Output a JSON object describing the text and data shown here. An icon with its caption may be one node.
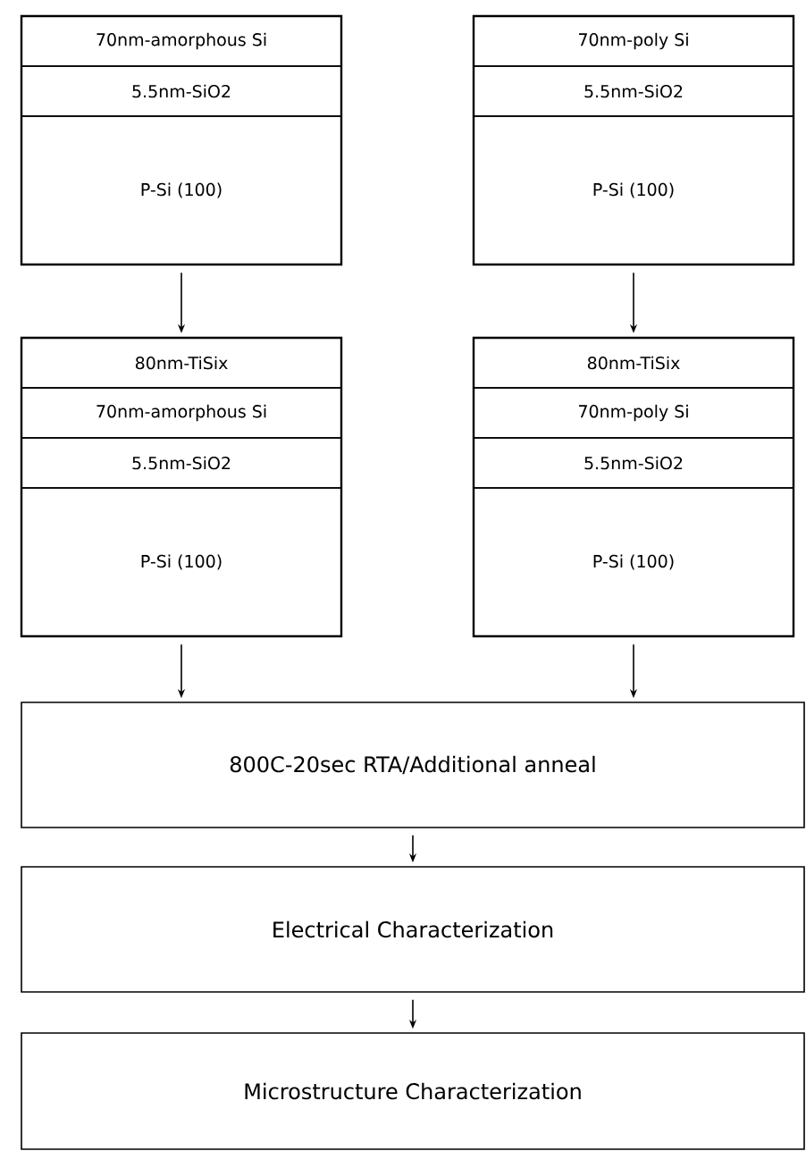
{
  "diagram": {
    "nodes": [
      {
        "text": [],
        "shape": "box"
      },
      {
        "text": [
          "70nm-amorphous Si"
        ],
        "in": 0
      },
      {
        "text": [
          "5.5nm-SiO2"
        ],
        "in": 0
      },
      {
        "text": [
          "P-Si (100)"
        ],
        "in": 0
      },
      {
        "text": [],
        "shape": "box"
      },
      {
        "text": [
          "70nm-poly Si"
        ],
        "in": 4
      },
      {
        "text": [
          "5.5nm-SiO2"
        ],
        "in": 4
      },
      {
        "text": [
          "P-Si (100)"
        ],
        "in": 4
      },
      {
        "text": [],
        "shape": "box"
      },
      {
        "text": [
          "80nm-TiSix"
        ],
        "in": 8
      },
      {
        "text": [
          "70nm-amorphous Si"
        ],
        "in": 8
      },
      {
        "text": [
          "5.5nm-SiO2"
        ],
        "in": 8
      },
      {
        "text": [
          "P-Si (100)"
        ],
        "in": 8
      },
      {
        "text": [],
        "shape": "box"
      },
      {
        "text": [
          "80nm-TiSix"
        ],
        "in": 13
      },
      {
        "text": [
          "70nm-poly Si"
        ],
        "in": 13
      },
      {
        "text": [
          "5.5nm-SiO2"
        ],
        "in": 13
      },
      {
        "text": [
          "P-Si (100)"
        ],
        "in": 13
      },
      {
        "text": [
          "800C-20sec RTA/Additional anneal"
        ]
      },
      {
        "text": [
          "Electrical Characterization"
        ]
      },
      {
        "text": [
          "Microstructure Characterization"
        ]
      }
    ],
    "edges": [
      {
        "from": 0,
        "to": 8,
        "arrow": "to"
      },
      {
        "from": 4,
        "to": 13,
        "arrow": "to"
      },
      {
        "from": 8,
        "to": 18,
        "arrow": "to"
      },
      {
        "from": 13,
        "to": 18,
        "arrow": "to"
      },
      {
        "from": 18,
        "to": 19,
        "arrow": "to"
      },
      {
        "from": 19,
        "to": 20,
        "arrow": "to"
      }
    ]
  }
}
